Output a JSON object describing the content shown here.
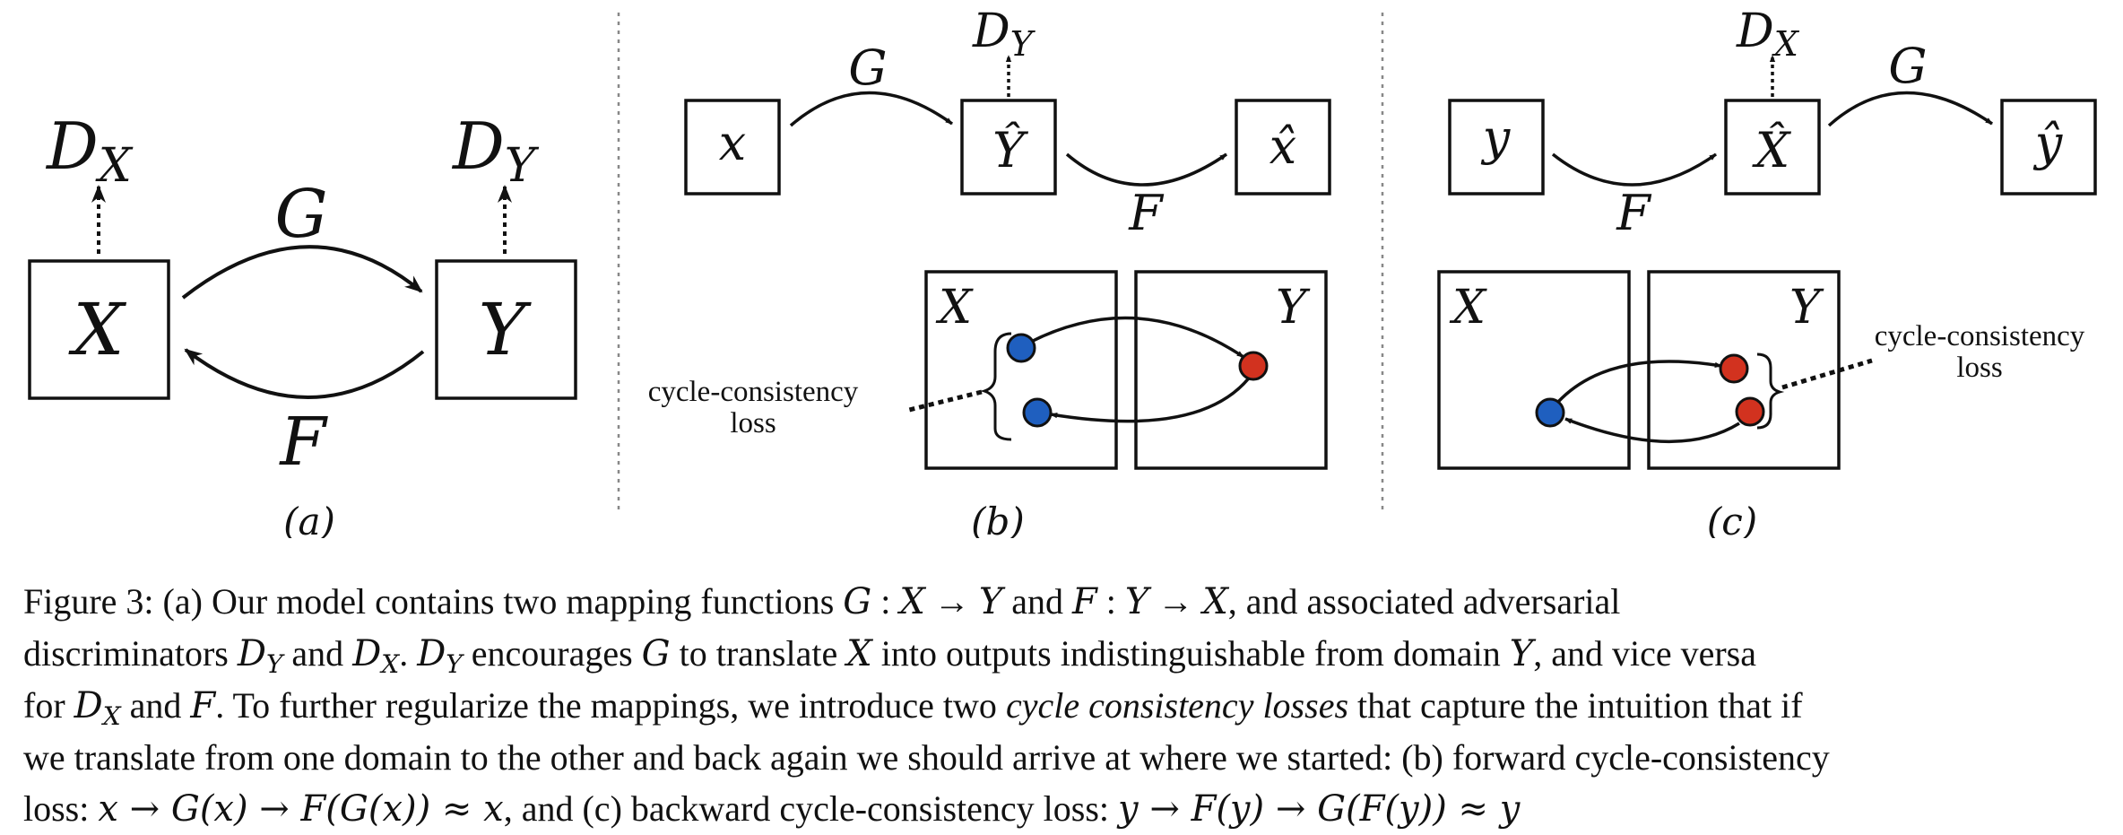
{
  "panel_a": {
    "sub_label": "(a)",
    "domain_x": "X",
    "domain_y": "Y",
    "disc_x": "D",
    "disc_x_sub": "X",
    "disc_y": "D",
    "disc_y_sub": "Y",
    "forward_map": "G",
    "inverse_map": "F"
  },
  "panel_b": {
    "sub_label": "(b)",
    "input": "x",
    "mapped": "Ŷ",
    "reconstructed": "x̂",
    "disc": "D",
    "disc_sub": "Y",
    "map_1": "G",
    "map_2": "F",
    "domain_left": "X",
    "domain_right": "Y",
    "loss_line_1": "cycle-consistency",
    "loss_line_2": "loss"
  },
  "panel_c": {
    "sub_label": "(c)",
    "input": "y",
    "mapped": "X̂",
    "reconstructed": "ŷ",
    "disc": "D",
    "disc_sub": "X",
    "map_1": "F",
    "map_2": "G",
    "domain_left": "X",
    "domain_right": "Y",
    "loss_line_1": "cycle-consistency",
    "loss_line_2": "loss"
  },
  "colors": {
    "point_blue": "#1f5fbf",
    "point_red": "#d2321f",
    "stroke": "#111111",
    "separator": "#888888"
  },
  "caption": {
    "figure_label": "Figure 3:",
    "l1_a": "(a) Our model contains two mapping functions",
    "l1_map_g": "G",
    "l1_colon1": ":",
    "l1_x": "X",
    "l1_arrow1": "→",
    "l1_y": "Y",
    "l1_and": "and",
    "l1_map_f": "F",
    "l1_colon2": ":",
    "l1_y2": "Y",
    "l1_arrow2": "→",
    "l1_x2": "X",
    "l1_b": ", and associated adversarial",
    "l2_a": "discriminators",
    "l2_dy": "D",
    "l2_dy_sub": "Y",
    "l2_and": "and",
    "l2_dx": "D",
    "l2_dx_sub": "X",
    "l2_dot": ".",
    "l2_dy2": "D",
    "l2_dy2_sub": "Y",
    "l2_enc": "encourages",
    "l2_g": "G",
    "l2_to": "to translate",
    "l2_x": "X",
    "l2_into": "into outputs indistinguishable from domain",
    "l2_y": "Y",
    "l2_vice": ", and vice versa",
    "l3_for": "for",
    "l3_dx": "D",
    "l3_dx_sub": "X",
    "l3_and": "and",
    "l3_f": "F",
    "l3_rest": ". To further regularize the mappings, we introduce two",
    "l3_italic": "cycle consistency losses",
    "l3_end": "that capture the intuition that if",
    "l4": "we translate from one domain to the other and back again we should arrive at where we started: (b) forward cycle-consistency",
    "l5_a": "loss:",
    "l5_formula1": "x → G(x) → F(G(x)) ≈ x",
    "l5_b": ", and (c) backward cycle-consistency loss:",
    "l5_formula2": "y → F(y) → G(F(y)) ≈ y"
  }
}
